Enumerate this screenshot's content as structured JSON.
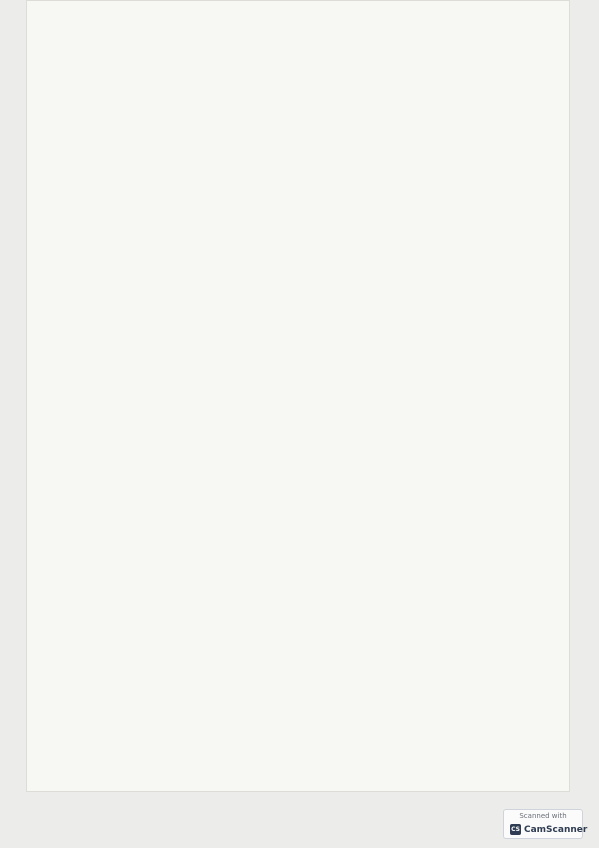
{
  "scan_badge": {
    "caption": "Scanned with",
    "logo_text": "CS",
    "brand": "CamScanner"
  }
}
